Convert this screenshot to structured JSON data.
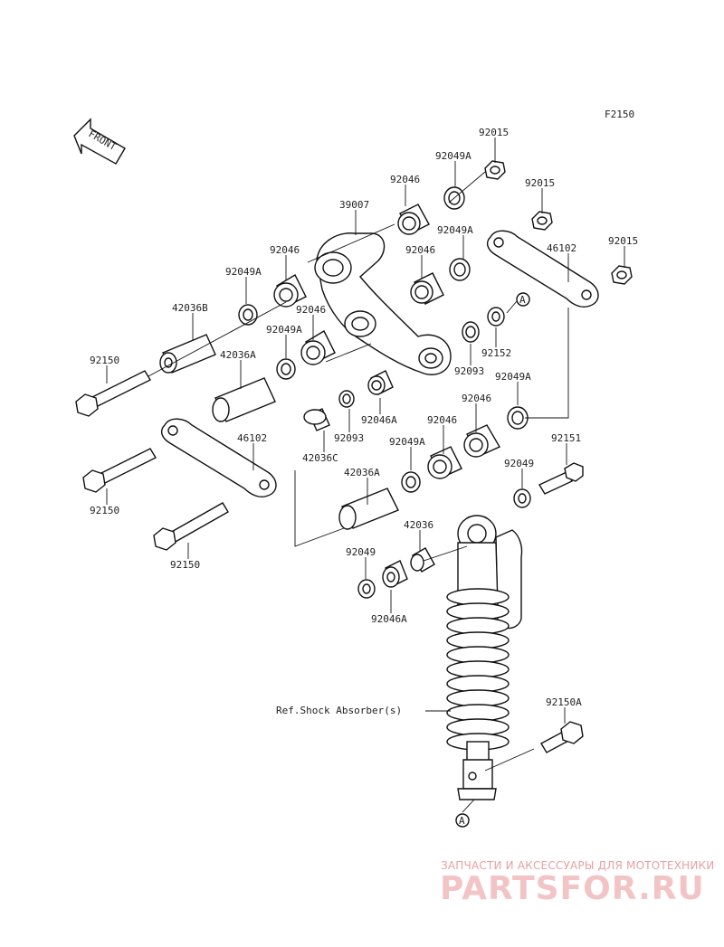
{
  "figure_code": "F2150",
  "front_label": "FRONT",
  "ref_text": "Ref.Shock Absorber(s)",
  "callout_a": "A",
  "labels": {
    "p92015_top": "92015",
    "p92049A_top": "92049A",
    "p92046_top": "92046",
    "p92015_mid": "92015",
    "p39007": "39007",
    "p92049A_mid": "92049A",
    "p92015_right": "92015",
    "p92046_left": "92046",
    "p92046_mid2": "92046",
    "p46102_right": "46102",
    "p92049A_left": "92049A",
    "p42036B": "42036B",
    "p92046_inner": "92046",
    "p92049A_inner": "92049A",
    "p92152": "92152",
    "p92150_top": "92150",
    "p42036A_left": "42036A",
    "p92093_right": "92093",
    "p92049A_right": "92049A",
    "p92046A_center": "92046A",
    "p92046_r1": "92046",
    "p92046_r2": "92046",
    "p46102_left": "46102",
    "p42036C": "42036C",
    "p92093_center": "92093",
    "p92049A_low": "92049A",
    "p92151": "92151",
    "p42036A_low": "42036A",
    "p92049_right": "92049",
    "p92150_mid": "92150",
    "p42036": "42036",
    "p92150_low": "92150",
    "p92049_low": "92049",
    "p92046A_low": "92046A",
    "p92150A": "92150A"
  },
  "watermark": {
    "tagline": "ЗАПЧАСТИ И АКСЕССУАРЫ ДЛЯ МОТОТЕХНИКИ",
    "logo": "PARTSFOR.RU"
  }
}
